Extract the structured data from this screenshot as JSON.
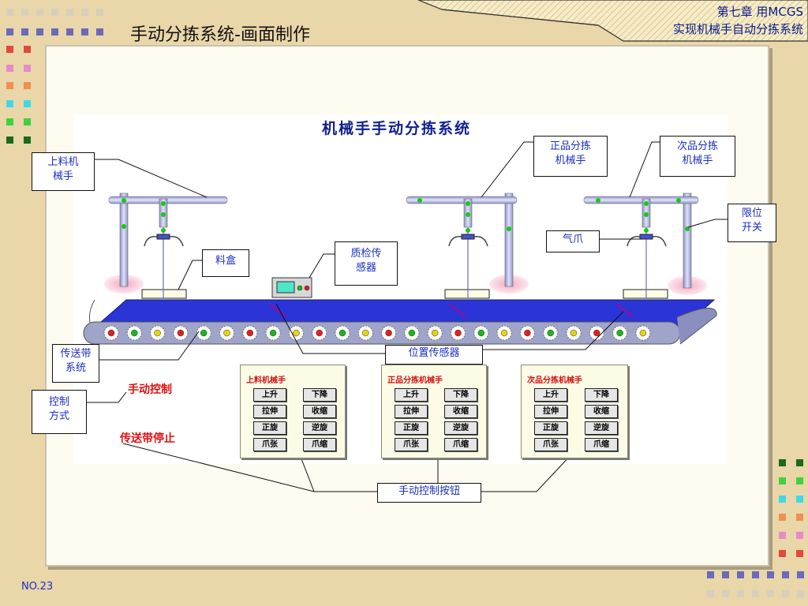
{
  "slide": {
    "title": "手动分拣系统-画面制作",
    "chapter_line1": "第七章  用MCGS",
    "chapter_line2": "实现机械手自动分拣系统",
    "page_no": "NO.23"
  },
  "diagram": {
    "title": "机械手手动分拣系统",
    "labels": {
      "loading_arm": "上料机\n械手",
      "good_arm": "正品分拣\n机械手",
      "defect_arm": "次品分拣\n机械手",
      "limit_switch": "限位\n开关",
      "air_claw": "气爪",
      "bin": "料盒",
      "quality_sensor": "质检传\n感器",
      "conveyor": "传送带\n系统",
      "position_sensor": "位置传感器",
      "control_mode": "控制\n方式",
      "manual_buttons": "手动控制按钮"
    },
    "manual_control_label": "手动控制",
    "conveyor_status": "传送带停止",
    "panels": [
      {
        "title": "上料机械手",
        "buttons": [
          "上升",
          "下降",
          "拉伸",
          "收缩",
          "正旋",
          "逆旋",
          "爪张",
          "爪缩"
        ]
      },
      {
        "title": "正品分拣机械手",
        "buttons": [
          "上升",
          "下降",
          "拉伸",
          "收缩",
          "正旋",
          "逆旋",
          "爪张",
          "爪缩"
        ]
      },
      {
        "title": "次品分拣机械手",
        "buttons": [
          "上升",
          "下降",
          "拉伸",
          "收缩",
          "正旋",
          "逆旋",
          "爪张",
          "爪缩"
        ]
      }
    ],
    "roller_light_colors": [
      "#e02020",
      "#18b818",
      "#e8d020",
      "#e02020",
      "#18b818",
      "#e8d020",
      "#e02020",
      "#18b818",
      "#e8d020",
      "#e02020",
      "#18b818",
      "#e8d020",
      "#e02020",
      "#18b818",
      "#e8d020",
      "#e02020",
      "#18b818",
      "#e8d020",
      "#e02020",
      "#18b818",
      "#e8d020",
      "#e02020",
      "#18b818",
      "#e8d020"
    ]
  },
  "colors": {
    "callout_text": "#1a2fbf",
    "warning_text": "#e01010",
    "belt": "#2b34d6",
    "roller_body": "#9fa4c9",
    "arm": "#b8bce8"
  }
}
